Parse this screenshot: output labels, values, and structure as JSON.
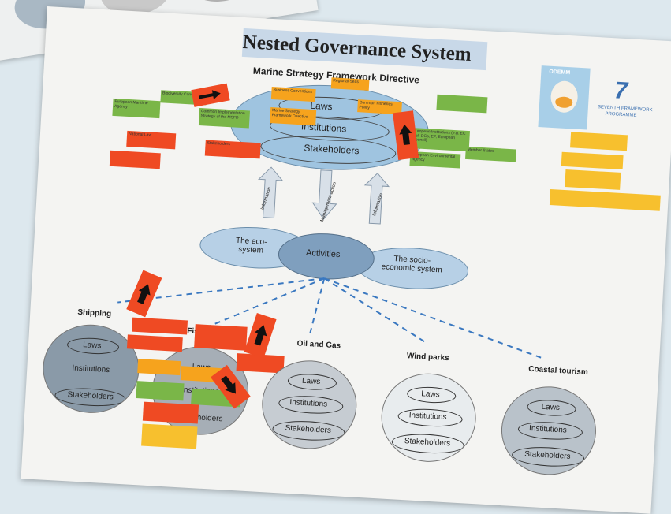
{
  "poster": {
    "title": "Nested Governance System",
    "subtitle": "Marine Strategy Framework Directive",
    "top_ellipse": {
      "laws": "Laws",
      "institutions": "Institutions",
      "stakeholders": "Stakeholders"
    },
    "arrows": {
      "left": "Information",
      "middle": "Management action",
      "right": "Information"
    },
    "center": {
      "eco": "The eco-system",
      "activities": "Activities",
      "socio": "The socio-economic system"
    },
    "logos": {
      "odemm": "ODEMM",
      "fp7_line1": "SEVENTH FRAMEWORK",
      "fp7_line2": "PROGRAMME",
      "fp7_number": "7"
    },
    "sectors": [
      {
        "name": "Shipping",
        "laws": "Laws",
        "institutions": "Institutions",
        "stakeholders": "Stakeholders"
      },
      {
        "name": "Fish",
        "laws": "Laws",
        "institutions": "Institutions",
        "stakeholders": "Stakeholders"
      },
      {
        "name": "Oil and Gas",
        "laws": "Laws",
        "institutions": "Institutions",
        "stakeholders": "Stakeholders"
      },
      {
        "name": "Wind parks",
        "laws": "Laws",
        "institutions": "Institutions",
        "stakeholders": "Stakeholders"
      },
      {
        "name": "Coastal tourism",
        "laws": "Laws",
        "institutions": "Institutions",
        "stakeholders": "Stakeholders"
      }
    ],
    "notes": {
      "business": "Business Conventions",
      "msfd": "Marine Strategy Framework Directive",
      "cfp": "Common Fisheries Policy",
      "regional": "Regional Seas",
      "agencies": "European Maritime Agency",
      "eea": "European Environmental Agency",
      "eu_inst": "European Institutions (e.g. EC incl. DGs, EP, European Council)",
      "commission": "Biodiversity Convention",
      "member_states": "Member States",
      "coord": "Common Implementation Strategy of the MSFD",
      "national": "National Law",
      "stake": "Stakeholders"
    }
  }
}
